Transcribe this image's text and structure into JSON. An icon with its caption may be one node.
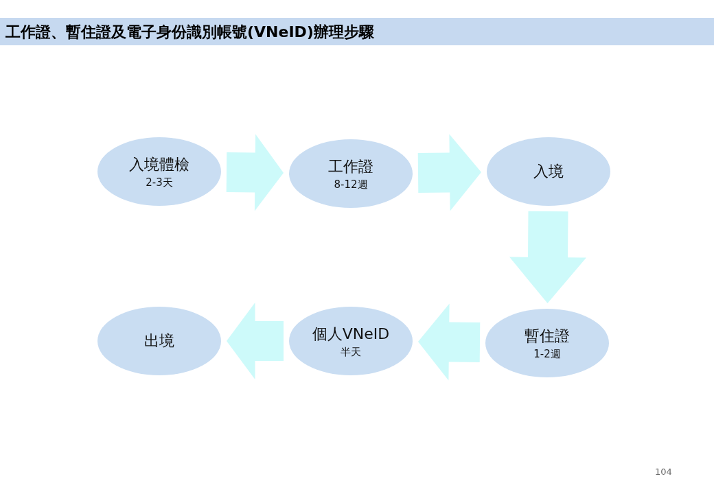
{
  "diagram": {
    "title": "工作證、暫住證及電子身份識別帳號(VNeID)辦理步驟",
    "nodes": [
      {
        "text": [
          "入境體檢",
          "2-3天"
        ]
      },
      {
        "text": [
          "工作證",
          "8-12週"
        ]
      },
      {
        "text": [
          "入境"
        ]
      },
      {
        "text": [
          "暫住證",
          "1-2週"
        ]
      },
      {
        "text": [
          "個人VNeID",
          "半天"
        ]
      },
      {
        "text": [
          "出境"
        ]
      }
    ],
    "edges": [
      {
        "from": 0,
        "to": 1,
        "arrow": "to"
      },
      {
        "from": 1,
        "to": 2,
        "arrow": "to"
      },
      {
        "from": 2,
        "to": 3,
        "arrow": "to"
      },
      {
        "from": 3,
        "to": 4,
        "arrow": "to"
      },
      {
        "from": 4,
        "to": 5,
        "arrow": "to"
      }
    ],
    "labels": [
      "104"
    ]
  }
}
